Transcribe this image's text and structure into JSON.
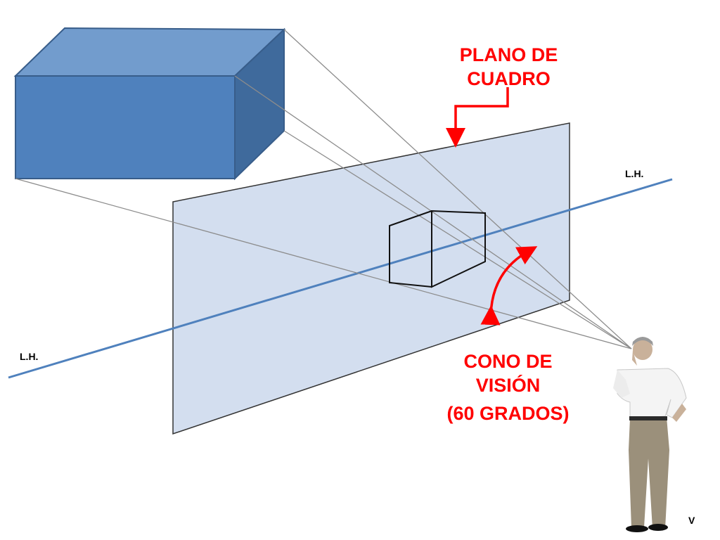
{
  "labels": {
    "picture_plane": [
      "PLANO DE",
      "CUADRO"
    ],
    "cone_of_vision": [
      "CONO DE",
      "VISIÓN"
    ],
    "cone_angle": "(60 GRADOS)",
    "horizon_left": "L.H.",
    "horizon_right": "L.H.",
    "viewpoint": "V"
  },
  "colors": {
    "accent": "#ff0000",
    "horizon_line": "#4f81bd",
    "box_front": "#4f81bd",
    "box_top": "#729ccd",
    "box_side": "#3f6a9c",
    "picture_plane_fill": "#d3deef",
    "sight_lines": "#8c8c8c"
  },
  "icons": {
    "observer": "standing-man-icon",
    "arrow_down": "arrow-down-icon",
    "arc_arrow": "double-arc-arrow-icon"
  }
}
